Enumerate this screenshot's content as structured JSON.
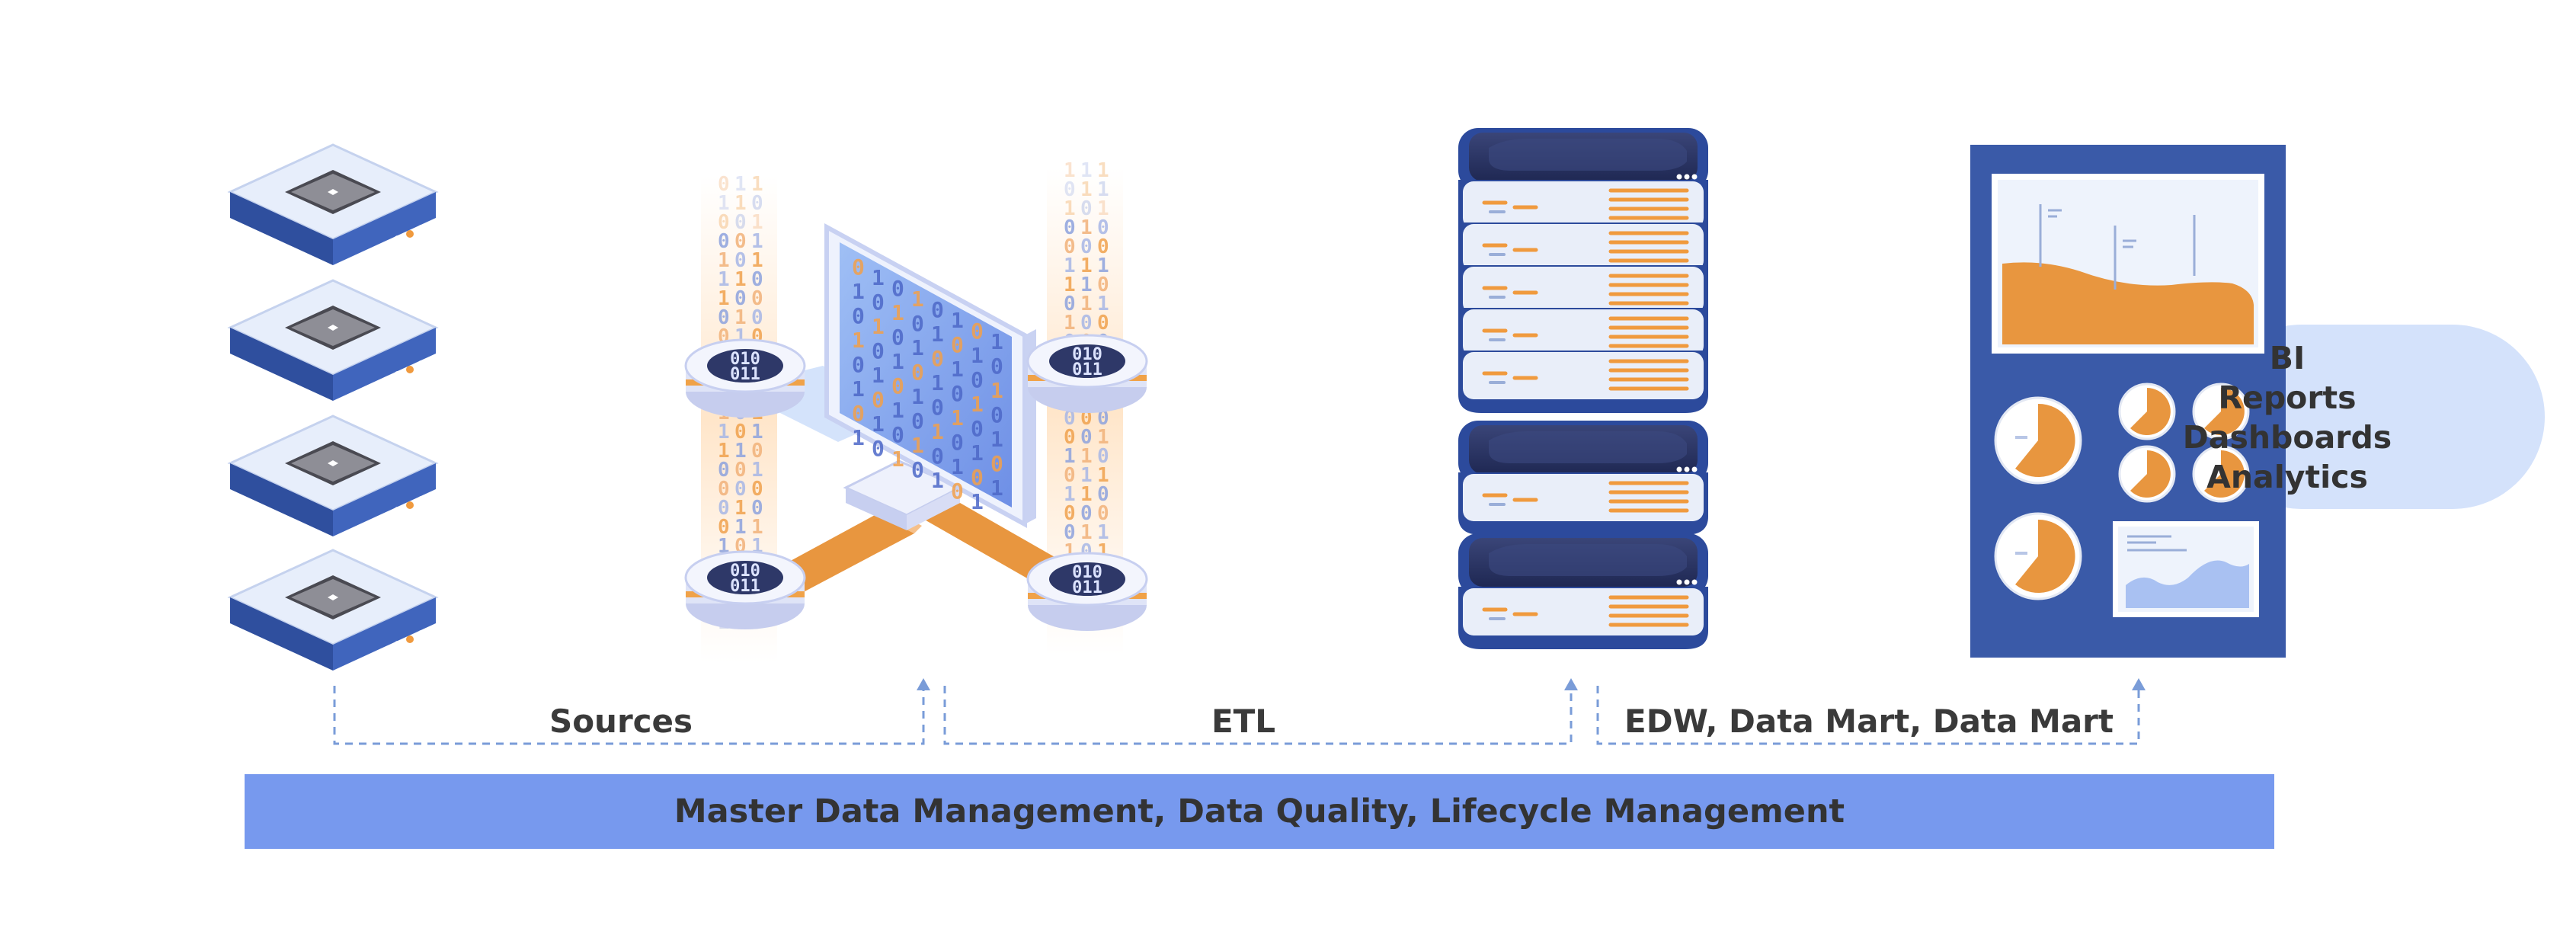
{
  "stages": {
    "sources": "Sources",
    "etl": "ETL",
    "warehouse": "EDW, Data Mart, Data Mart"
  },
  "bi_panel": {
    "lines": [
      "BI",
      "Reports",
      "Dashboards",
      "Analytics"
    ]
  },
  "bottom_bar": {
    "label": "Master Data Management, Data Quality, Lifecycle Management"
  },
  "binary_columns": [
    [
      "0",
      "1",
      "0",
      "0",
      "1",
      "1",
      "1",
      "0",
      "0",
      "0",
      "1",
      "0",
      "1",
      "1",
      "1",
      "0",
      "0",
      "0",
      "0",
      "1",
      "0",
      "0",
      "1",
      "1"
    ],
    [
      "1",
      "0",
      "1",
      "0",
      "0",
      "1",
      "1",
      "0",
      "1",
      "0",
      "1",
      "1",
      "1",
      "0",
      "0",
      "1",
      "0",
      "1",
      "0",
      "0",
      "1",
      "1",
      "1",
      "0"
    ]
  ],
  "colors": {
    "navy": "#2f4f9e",
    "dark_navy": "#1e2f6b",
    "light_blue": "#dfe8f8",
    "orange": "#e8963f",
    "bar_blue": "#7799ee",
    "panel_blue": "#3a5aa8",
    "pill_blue": "#d4e2fb",
    "arrow_blue": "#7a9cd8",
    "text_dark": "#333333"
  },
  "icons": [
    "source-server-icon",
    "etl-network-icon",
    "database-stack-icon",
    "dashboard-report-icon"
  ]
}
